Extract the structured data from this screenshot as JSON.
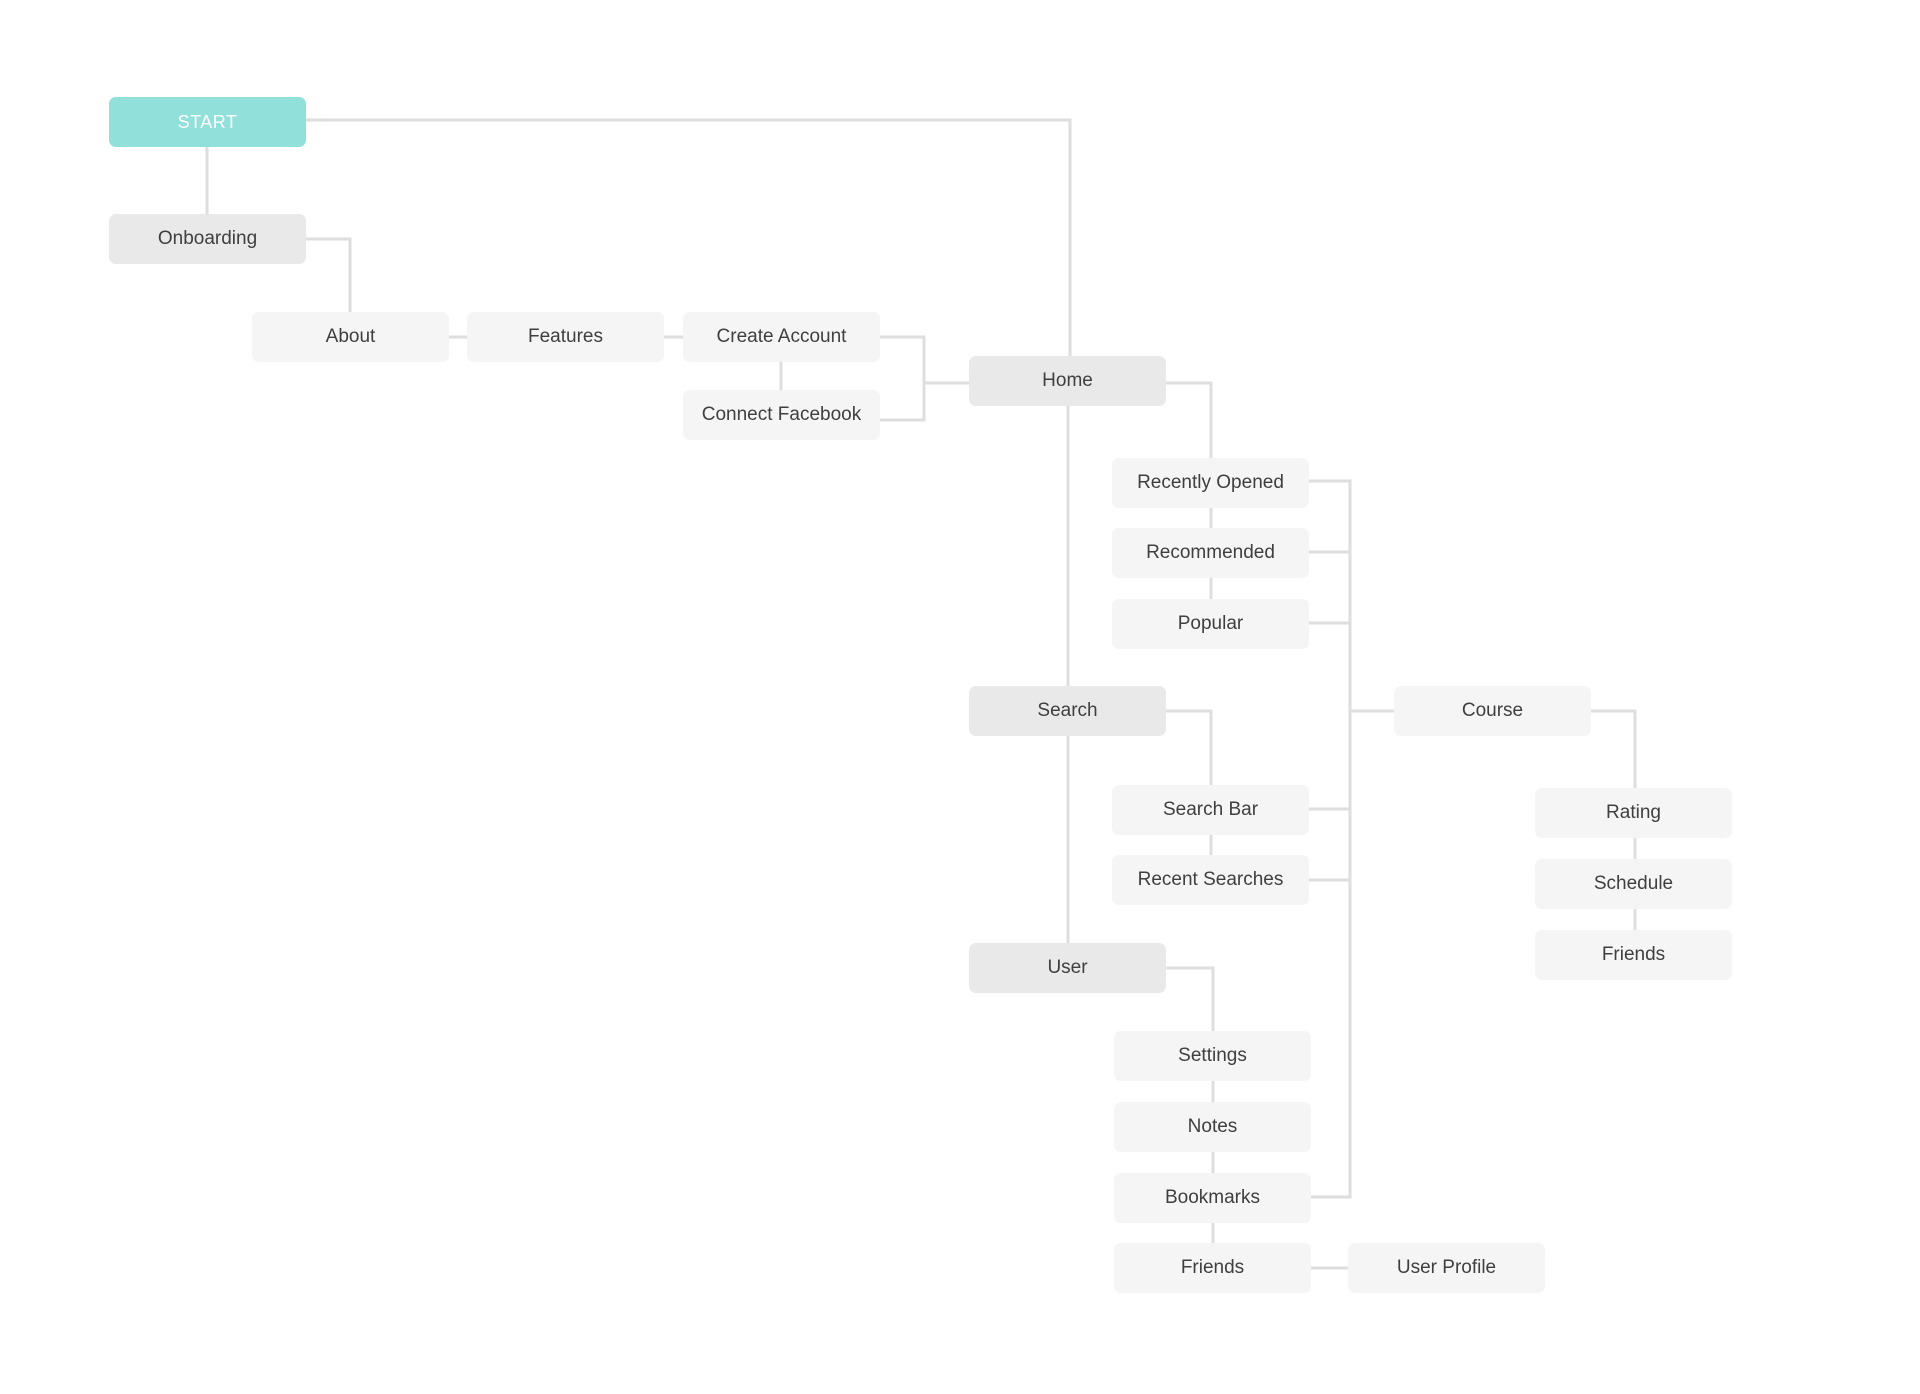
{
  "colors": {
    "start_fill": "#91e0d9",
    "start_text": "#ffffff",
    "primary_fill": "#e9e9e9",
    "secondary_fill": "#f5f5f5",
    "connector": "#dedede",
    "text": "#3f3f3f"
  },
  "nodes": {
    "start": "START",
    "onboarding": "Onboarding",
    "about": "About",
    "features": "Features",
    "create_account": "Create Account",
    "connect_facebook": "Connect Facebook",
    "home": "Home",
    "recently_opened": "Recently Opened",
    "recommended": "Recommended",
    "popular": "Popular",
    "search": "Search",
    "search_bar": "Search Bar",
    "recent_searches": "Recent Searches",
    "user": "User",
    "settings": "Settings",
    "notes": "Notes",
    "bookmarks": "Bookmarks",
    "user_friends": "Friends",
    "user_profile": "User Profile",
    "course": "Course",
    "rating": "Rating",
    "schedule": "Schedule",
    "course_friends": "Friends"
  }
}
